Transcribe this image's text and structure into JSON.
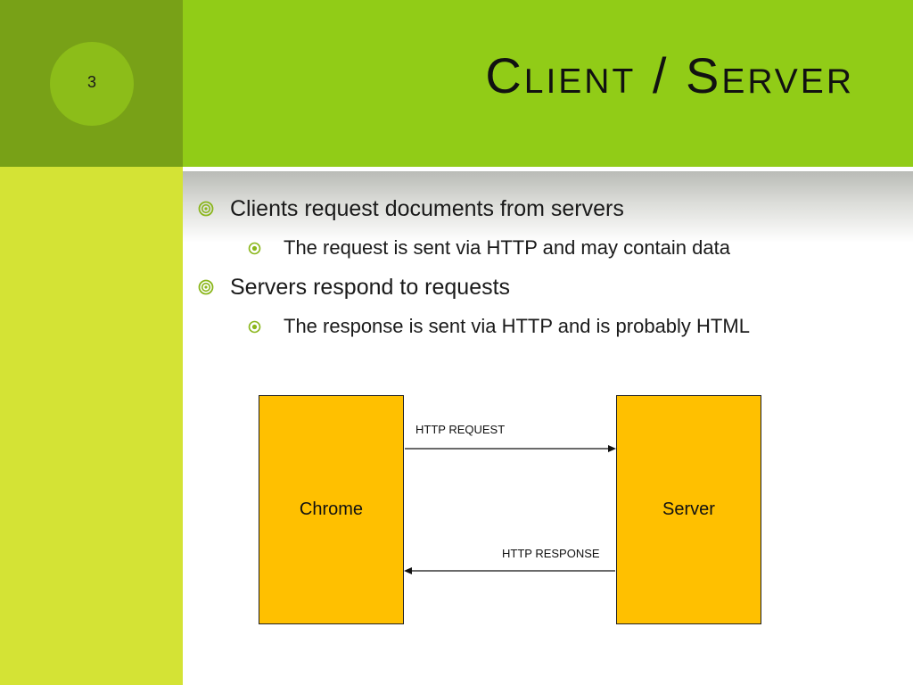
{
  "slide": {
    "number": "3",
    "title": "Client / Server"
  },
  "bullets": [
    {
      "text": "Clients request documents from servers",
      "sub": [
        "The request is sent via HTTP and may contain data"
      ]
    },
    {
      "text": "Servers respond to requests",
      "sub": [
        "The response is sent via HTTP and is probably HTML"
      ]
    }
  ],
  "diagram": {
    "client_label": "Chrome",
    "server_label": "Server",
    "request_label": "HTTP REQUEST",
    "response_label": "HTTP RESPONSE"
  },
  "colors": {
    "left_dark": "#78a117",
    "left_light": "#d4e335",
    "title_band": "#91cc17",
    "bullet": "#8ab61b",
    "box_fill": "#ffc000"
  },
  "icons": {
    "level1_bullet": "double-ring-bullet-icon",
    "level2_bullet": "dot-ring-bullet-icon",
    "arrow_right": "arrow-right-icon",
    "arrow_left": "arrow-left-icon"
  }
}
